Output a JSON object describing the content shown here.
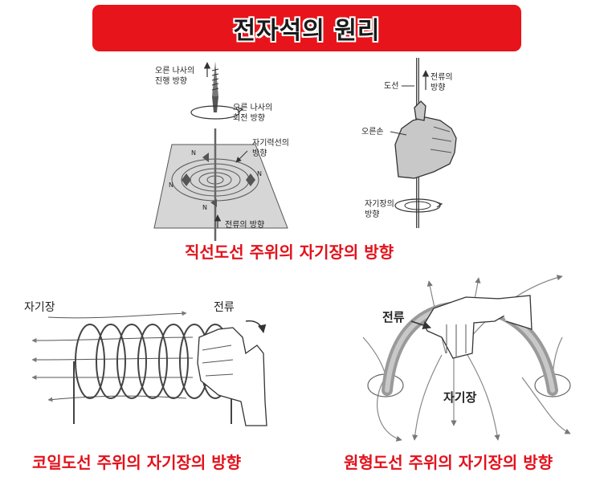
{
  "title": "전자석의 원리",
  "panels": {
    "straight_wire": {
      "caption": "직선도선 주위의 자기장의 방향",
      "screw_advance": "오른 나사의\n진행 방향",
      "screw_rotation": "오른 나사의\n회전 방향",
      "field_lines": "자기력선의\n방향",
      "current_dir": "전류의 방향",
      "pole_n": "N"
    },
    "right_hand": {
      "wire": "도선",
      "current_dir": "전류의\n방향",
      "right_hand": "오른손",
      "field_dir": "자기장의\n방향"
    },
    "coil": {
      "caption": "코일도선 주위의 자기장의 방향",
      "field": "자기장",
      "current": "전류"
    },
    "loop": {
      "caption": "원형도선 주위의 자기장의 방향",
      "current": "전류",
      "field": "자기장"
    }
  },
  "colors": {
    "banner": "#e8141b",
    "caption": "#e3111b"
  }
}
